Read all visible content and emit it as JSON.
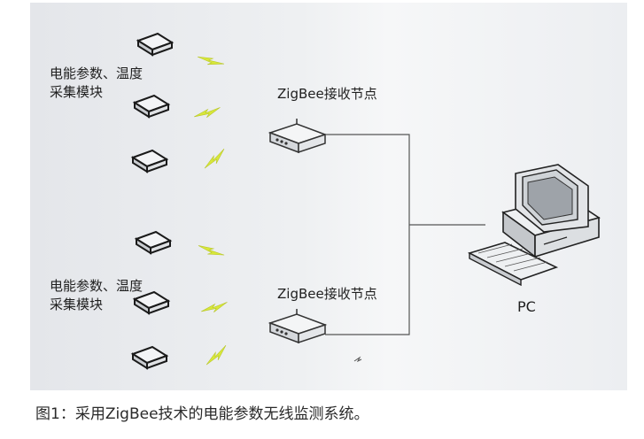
{
  "figure": {
    "module_group_top_label": "电能参数、温度采集模块",
    "module_group_bottom_label": "电能参数、温度采集模块",
    "receiver_top_label": "ZigBee接收节点",
    "receiver_bottom_label": "ZigBee接收节点",
    "pc_label": "PC"
  },
  "caption": "图1：采用ZigBee技术的电能参数无线监测系统。",
  "icons": {
    "sensor": "sensor-module-icon",
    "wireless": "lightning-signal-icon",
    "receiver": "zigbee-receiver-icon",
    "computer": "desktop-computer-icon"
  },
  "colors": {
    "background": "#e9ebee",
    "line": "#555555",
    "signal": "#d8e83a"
  }
}
